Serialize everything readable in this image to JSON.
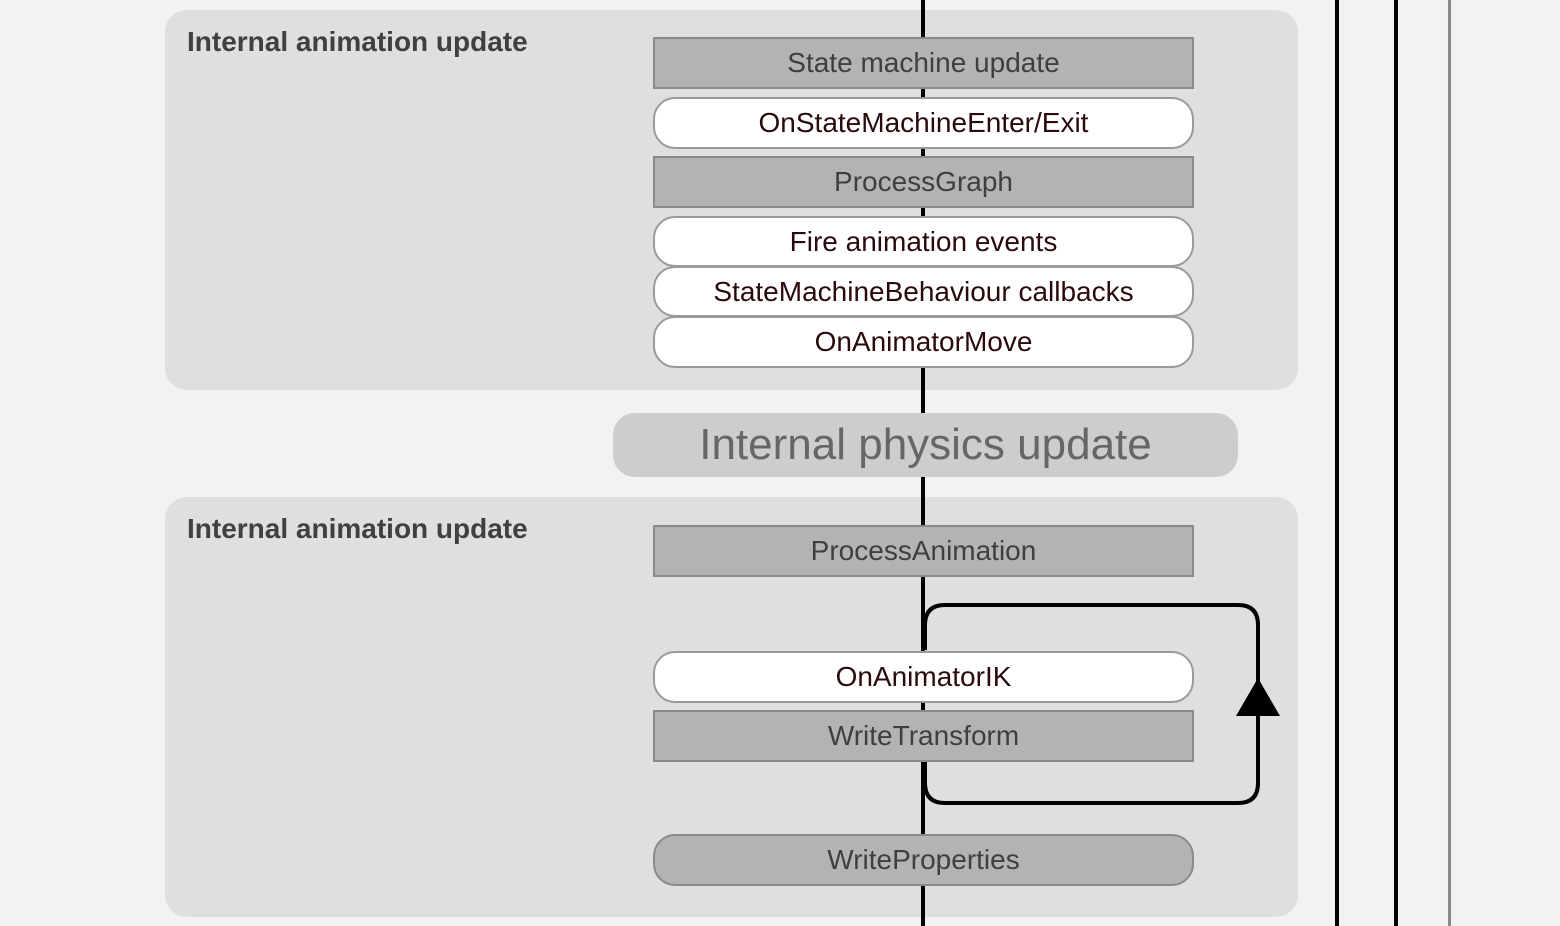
{
  "panels": [
    {
      "title": "Internal animation update",
      "items": [
        {
          "label": "State machine update",
          "kind": "step"
        },
        {
          "label": "OnStateMachineEnter/Exit",
          "kind": "callback"
        },
        {
          "label": "ProcessGraph",
          "kind": "step"
        },
        {
          "label": "Fire animation events",
          "kind": "callback"
        },
        {
          "label": "StateMachineBehaviour callbacks",
          "kind": "callback"
        },
        {
          "label": "OnAnimatorMove",
          "kind": "callback"
        }
      ]
    },
    {
      "title": "Internal animation update",
      "items": [
        {
          "label": "ProcessAnimation",
          "kind": "step"
        },
        {
          "label": "OnAnimatorIK",
          "kind": "callback"
        },
        {
          "label": "WriteTransform",
          "kind": "step"
        },
        {
          "label": "WriteProperties",
          "kind": "rounded-step"
        }
      ]
    }
  ],
  "physics": {
    "label": "Internal physics update"
  },
  "colors": {
    "background": "#f2f2f2",
    "panel": "#dfdfdf",
    "step": "#b3b3b3",
    "callback": "#ffffff",
    "physics": "#cdcdcd",
    "line": "#000000"
  }
}
